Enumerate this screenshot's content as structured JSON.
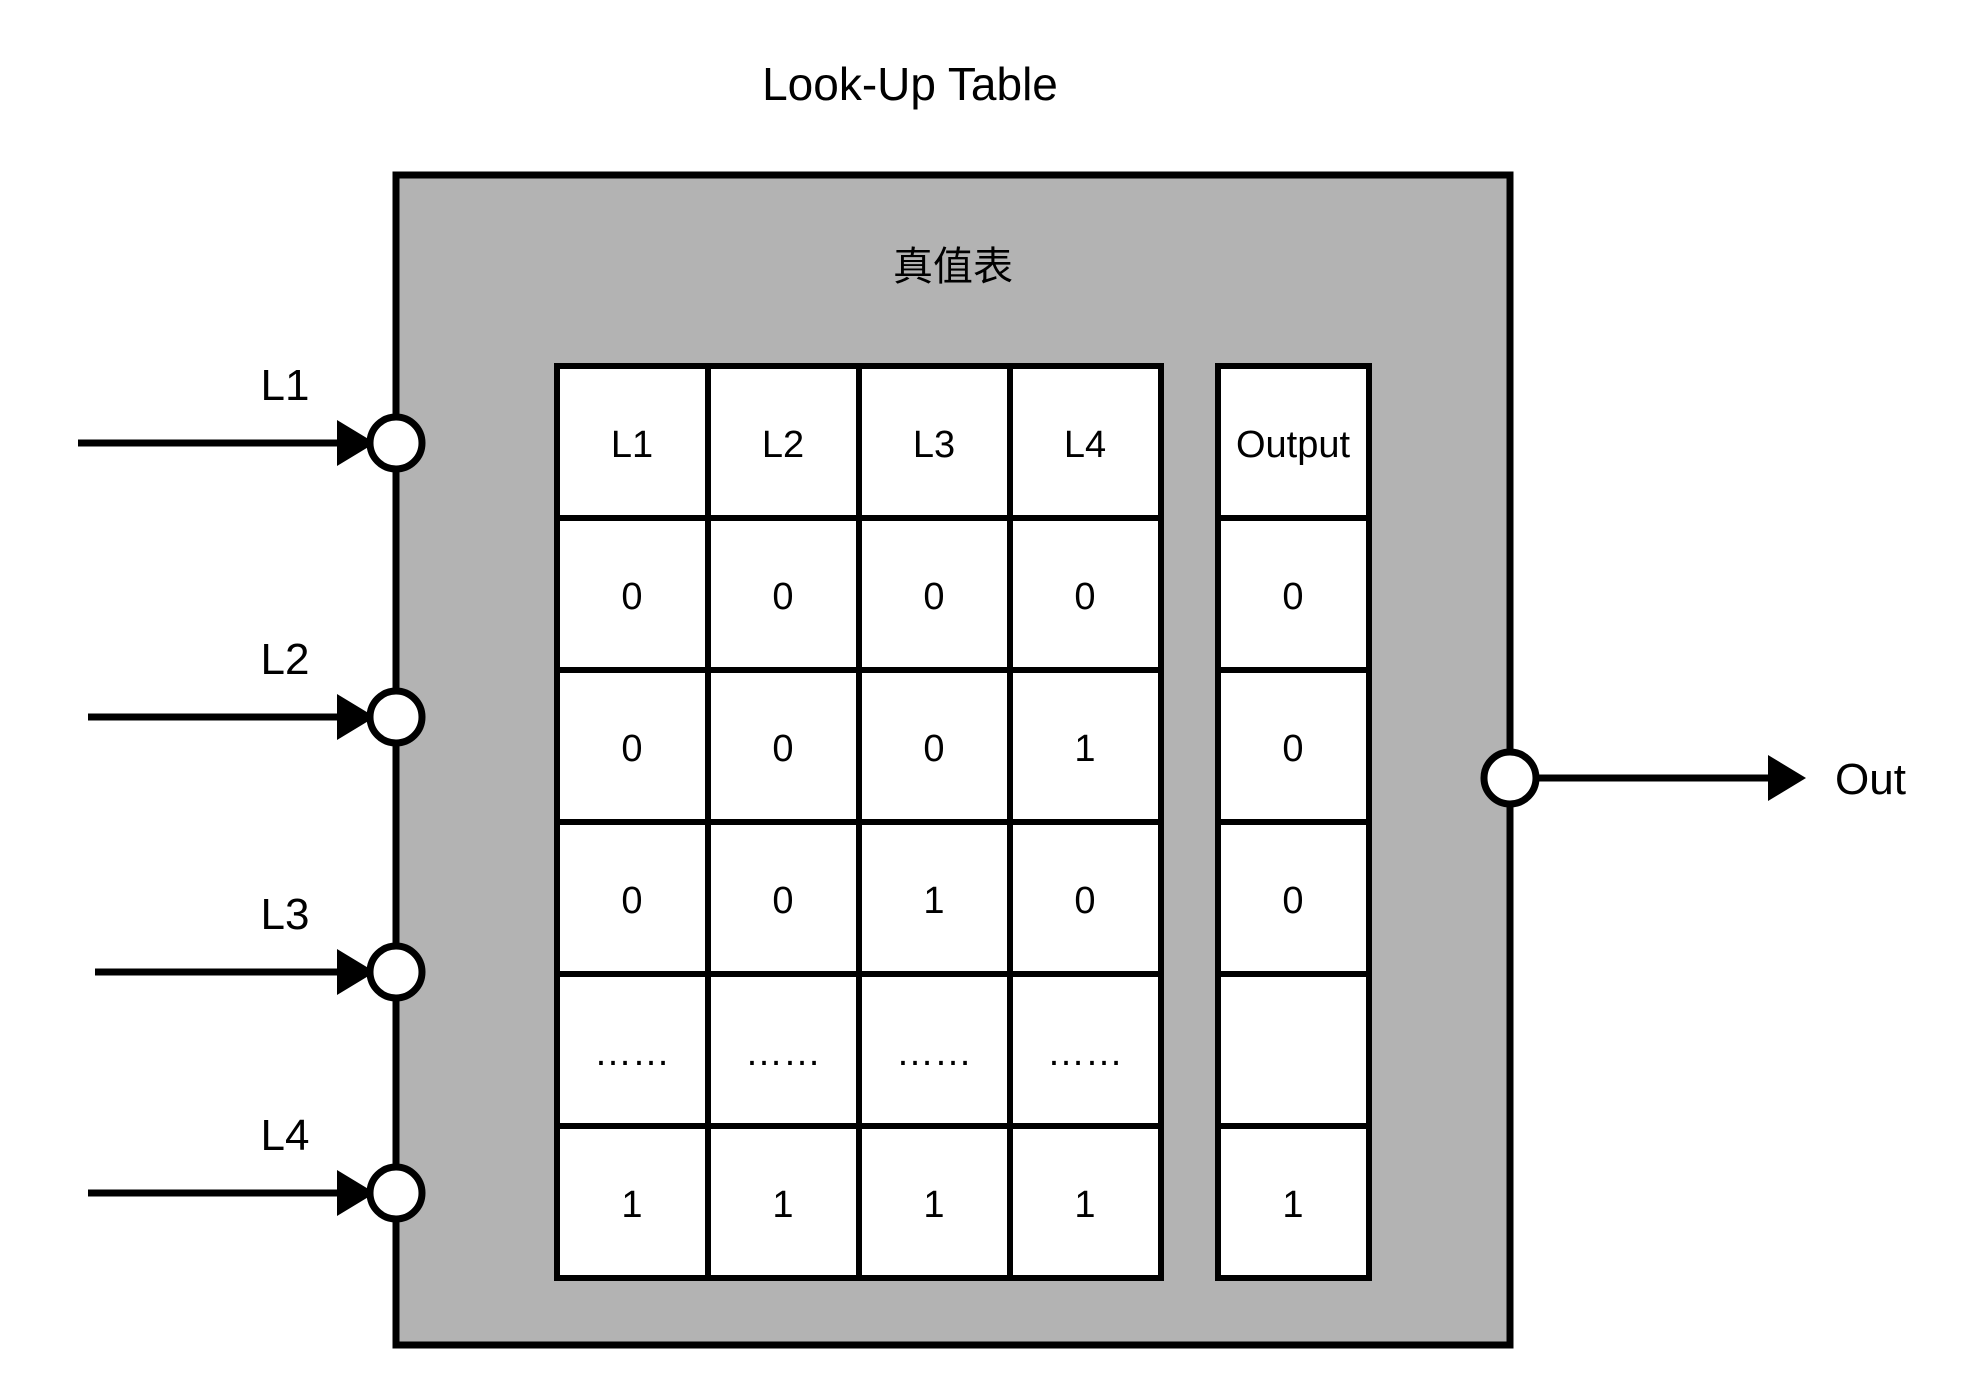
{
  "diagram": {
    "title": "Look-Up Table",
    "box_subtitle": "真值表",
    "box_fill_color": "#b3b3b3",
    "stroke_color": "#000000",
    "cell_fill_color": "#ffffff"
  },
  "inputs": [
    {
      "label": "L1",
      "icon": "arrow-right-icon",
      "port": "input-port-circle"
    },
    {
      "label": "L2",
      "icon": "arrow-right-icon",
      "port": "input-port-circle"
    },
    {
      "label": "L3",
      "icon": "arrow-right-icon",
      "port": "input-port-circle"
    },
    {
      "label": "L4",
      "icon": "arrow-right-icon",
      "port": "input-port-circle"
    }
  ],
  "output": {
    "label": "Out",
    "icon": "arrow-right-icon",
    "port": "output-port-circle"
  },
  "truth_table": {
    "input_headers": [
      "L1",
      "L2",
      "L3",
      "L4"
    ],
    "output_header": "Output",
    "rows": [
      {
        "inputs": [
          "0",
          "0",
          "0",
          "0"
        ],
        "output": "0"
      },
      {
        "inputs": [
          "0",
          "0",
          "0",
          "1"
        ],
        "output": "0"
      },
      {
        "inputs": [
          "0",
          "0",
          "1",
          "0"
        ],
        "output": "0"
      },
      {
        "inputs": [
          "……",
          "……",
          "……",
          "……"
        ],
        "output": ""
      },
      {
        "inputs": [
          "1",
          "1",
          "1",
          "1"
        ],
        "output": "1"
      }
    ]
  }
}
